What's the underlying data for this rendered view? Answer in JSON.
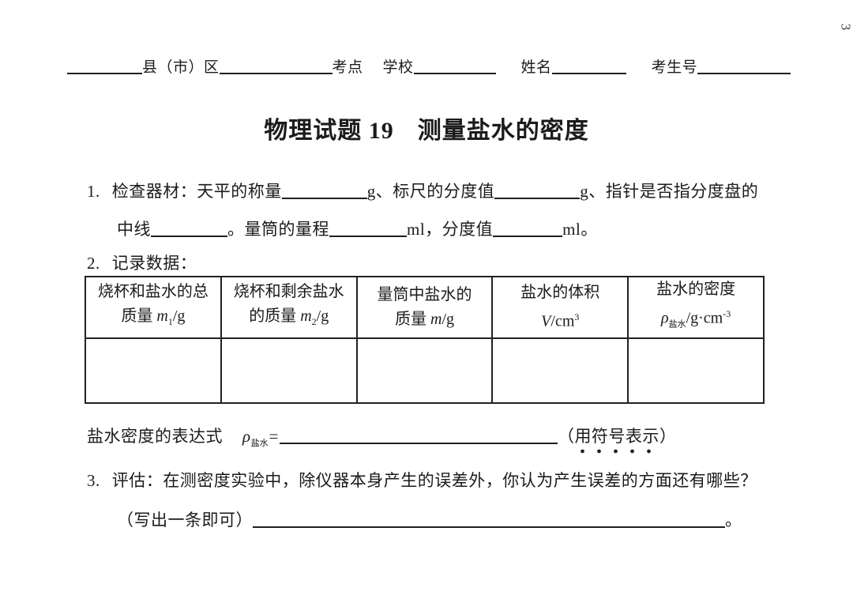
{
  "page": {
    "side_page_number": "3"
  },
  "top_fields": {
    "county_label": "县（市）区",
    "site_label": "考点",
    "school_label": "学校",
    "name_label": "姓名",
    "candidate_label": "考生号"
  },
  "title": {
    "part1": "物理试题 19",
    "part2": "测量盐水的密度"
  },
  "q1": {
    "number": "1.",
    "line1_seg1": "检查器材：天平的称量",
    "line1_seg2": "g、标尺的分度值",
    "line1_seg3": "g、指针是否指分度盘的",
    "line2_seg1": "中线",
    "line2_seg2": "。量筒的量程",
    "line2_seg3": "ml，分度值",
    "line2_seg4": "ml。"
  },
  "q2": {
    "number": "2.",
    "label": "记录数据：",
    "table": {
      "columns": [
        {
          "line1": "烧杯和盐水的总",
          "l2": [
            {
              "t": "质量 "
            },
            {
              "t": "m"
            },
            {
              "t": "1"
            },
            {
              "t": "/g"
            }
          ]
        },
        {
          "line1": "烧杯和剩余盐水",
          "l2": [
            {
              "t": "的质量 "
            },
            {
              "t": "m"
            },
            {
              "t": "2"
            },
            {
              "t": "/g"
            }
          ]
        },
        {
          "line1": "量筒中盐水的",
          "l2": [
            {
              "t": "质量 "
            },
            {
              "t": "m"
            },
            {
              "t": "/g"
            }
          ]
        },
        {
          "line1": "盐水的体积",
          "l2": [
            {
              "t": "V"
            },
            {
              "t": "/cm"
            },
            {
              "t": "3"
            }
          ]
        },
        {
          "line1": "盐水的密度",
          "l2": [
            {
              "t": "ρ"
            },
            {
              "t": "盐水"
            },
            {
              "t": "/g·cm"
            },
            {
              "t": "-3"
            }
          ]
        }
      ]
    }
  },
  "expression": {
    "label": "盐水密度的表达式",
    "rho": "ρ",
    "rho_sub": "盐水",
    "equals": "=",
    "note_open": "（",
    "note": "用符号表示",
    "note_close": "）"
  },
  "q3": {
    "number": "3.",
    "text": "评估：在测密度实验中，除仪器本身产生的误差外，你认为产生误差的方面还有哪些？",
    "hint": "（写出一条即可）",
    "period": "。"
  }
}
